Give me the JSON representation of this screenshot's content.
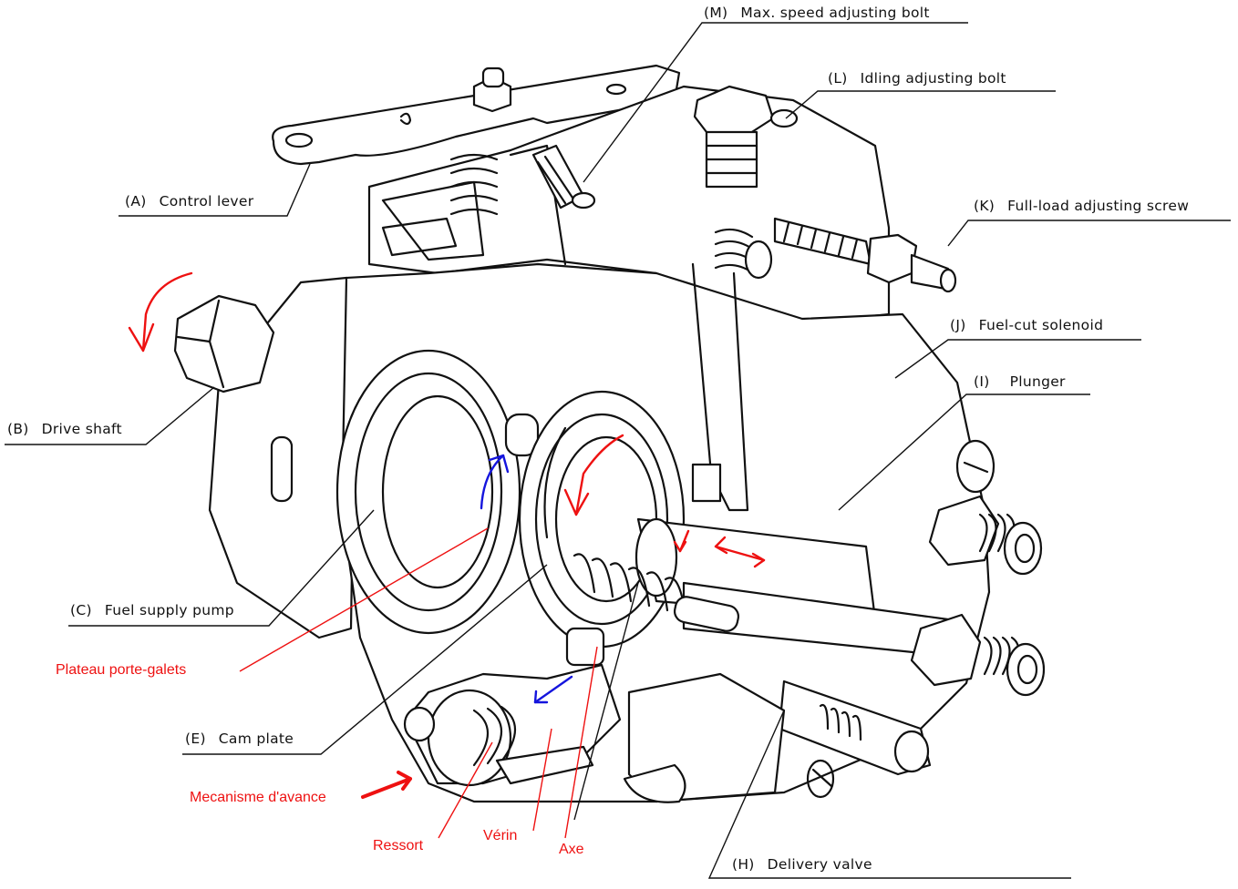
{
  "diagram": {
    "subject": "Distributor-type diesel fuel injection pump (cutaway)",
    "callouts": [
      {
        "code": "(M)",
        "text": "Max. speed adjusting bolt"
      },
      {
        "code": "(L)",
        "text": "Idling adjusting bolt"
      },
      {
        "code": "(K)",
        "text": "Full-load adjusting screw"
      },
      {
        "code": "(J)",
        "text": "Fuel-cut solenoid"
      },
      {
        "code": "(I)",
        "text": "Plunger"
      },
      {
        "code": "(A)",
        "text": "Control lever"
      },
      {
        "code": "(B)",
        "text": "Drive shaft"
      },
      {
        "code": "(C)",
        "text": "Fuel supply pump"
      },
      {
        "code": "(E)",
        "text": "Cam plate"
      },
      {
        "code": "(H)",
        "text": "Delivery valve"
      }
    ],
    "annotations": [
      {
        "text": "Plateau porte-galets",
        "color": "#ee1111"
      },
      {
        "text": "Mecanisme d'avance",
        "color": "#ee1111"
      },
      {
        "text": "Ressort",
        "color": "#ee1111"
      },
      {
        "text": "Vérin",
        "color": "#ee1111"
      },
      {
        "text": "Axe",
        "color": "#ee1111"
      }
    ],
    "arrows": [
      {
        "meaning": "drive-shaft-rotation",
        "color": "#ee1111"
      },
      {
        "meaning": "roller-ring-rotation",
        "color": "#1515dd"
      },
      {
        "meaning": "cam-plate-rotation",
        "color": "#ee1111"
      },
      {
        "meaning": "plunger-rotation",
        "color": "#ee1111"
      },
      {
        "meaning": "plunger-reciprocation",
        "color": "#ee1111"
      },
      {
        "meaning": "advance-piston-movement",
        "color": "#1515dd"
      },
      {
        "meaning": "advance-mechanism-pointer",
        "color": "#ee1111"
      }
    ]
  }
}
